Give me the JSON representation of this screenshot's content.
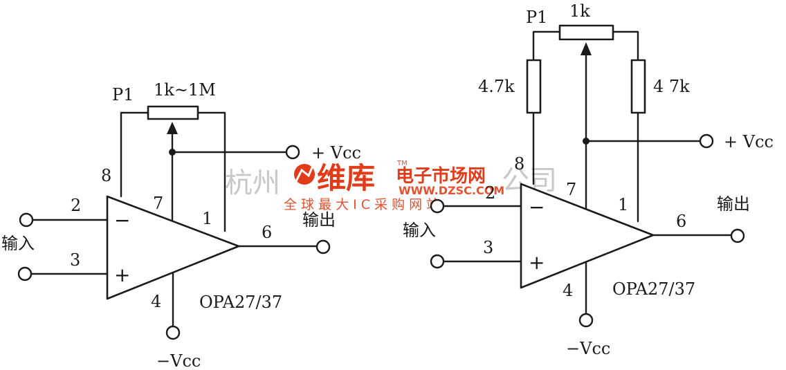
{
  "left_circuit": {
    "pot_label": "P1",
    "pot_value": "1k~1M",
    "pin_top_left": "8",
    "pin_2": "2",
    "pin_3": "3",
    "pin_7": "7",
    "pin_1": "1",
    "pin_6": "6",
    "pin_4": "4",
    "minus_sign": "−",
    "plus_sign": "+",
    "vcc_pos": "+ Vcc",
    "vcc_neg": "−Vcc",
    "input_label": "输入",
    "output_label": "输出",
    "chip_label": "OPA27/37"
  },
  "right_circuit": {
    "pot_label": "P1",
    "pot_value": "1k",
    "res_left": "4.7k",
    "res_right": "4 7k",
    "pin_8": "8",
    "pin_2": "2",
    "pin_3": "3",
    "pin_7": "7",
    "pin_1": "1",
    "pin_6": "6",
    "pin_4": "4",
    "minus_sign": "−",
    "plus_sign": "+",
    "vcc_pos": "+ Vcc",
    "vcc_neg": "−Vcc",
    "input_label": "输入",
    "output_label": "输出",
    "chip_label": "OPA27/37"
  },
  "watermark": {
    "company_left": "杭州",
    "company_right": "公司",
    "brand": "维库",
    "site_cn": "电子市场网",
    "site_url": "WWW.DZSC.COM",
    "slogan": "全 球 最 大 I C 采 购 网 站",
    "tm": "TM",
    "colors": {
      "brand_red": "#e23b1a",
      "gray": "#c8c8c8"
    }
  }
}
